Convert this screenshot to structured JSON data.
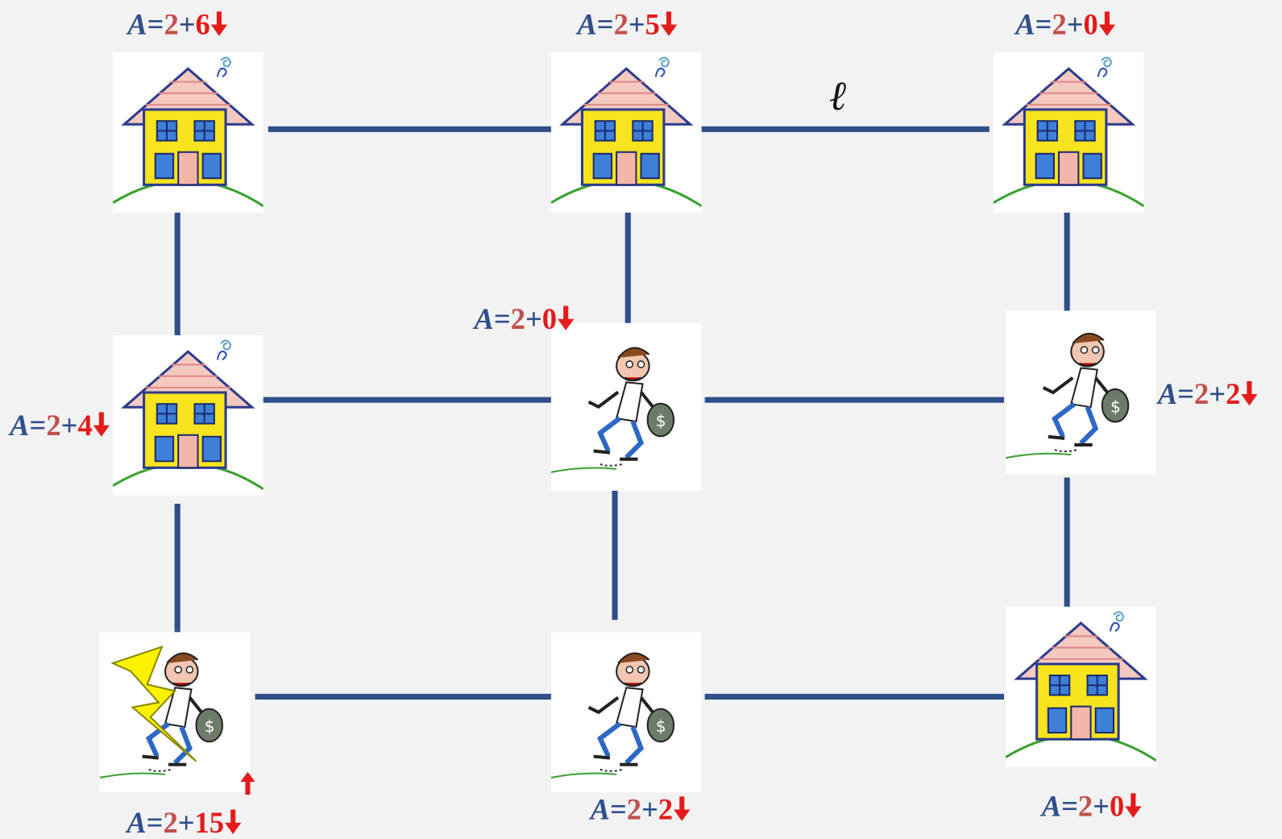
{
  "diagram": {
    "edge_symbol": "ℓ",
    "colors": {
      "edge": "#2f4f8a",
      "label_letter": "#2f4f8a",
      "label_base": "#c0504d",
      "label_extra": "#e31b1b",
      "arrow": "#e31b1b"
    },
    "nodes": [
      {
        "id": "r0c0",
        "type": "house",
        "label": {
          "var": "A",
          "eq": "=",
          "base": "2",
          "plus": "+",
          "extra": "6",
          "arrow": "down"
        }
      },
      {
        "id": "r0c1",
        "type": "house",
        "label": {
          "var": "A",
          "eq": "=",
          "base": "2",
          "plus": "+",
          "extra": "5",
          "arrow": "down"
        }
      },
      {
        "id": "r0c2",
        "type": "house",
        "label": {
          "var": "A",
          "eq": "=",
          "base": "2",
          "plus": "+",
          "extra": "0",
          "arrow": "down"
        }
      },
      {
        "id": "r1c0",
        "type": "house",
        "label": {
          "var": "A",
          "eq": "=",
          "base": "2",
          "plus": "+",
          "extra": "4",
          "arrow": "down"
        }
      },
      {
        "id": "r1c1",
        "type": "robber",
        "label": {
          "var": "A",
          "eq": "=",
          "base": "2",
          "plus": "+",
          "extra": "0",
          "arrow": "down"
        }
      },
      {
        "id": "r1c2",
        "type": "robber",
        "label": {
          "var": "A",
          "eq": "=",
          "base": "2",
          "plus": "+",
          "extra": "2",
          "arrow": "down"
        }
      },
      {
        "id": "r2c0",
        "type": "robber-struck",
        "label": {
          "var": "A",
          "eq": "=",
          "base": "2",
          "plus": "+",
          "extra": "15",
          "arrow": "down"
        },
        "marker": "up-arrow"
      },
      {
        "id": "r2c1",
        "type": "robber",
        "label": {
          "var": "A",
          "eq": "=",
          "base": "2",
          "plus": "+",
          "extra": "2",
          "arrow": "down"
        }
      },
      {
        "id": "r2c2",
        "type": "house",
        "label": {
          "var": "A",
          "eq": "=",
          "base": "2",
          "plus": "+",
          "extra": "0",
          "arrow": "down"
        }
      }
    ],
    "edges": [
      [
        "r0c0",
        "r0c1"
      ],
      [
        "r0c1",
        "r0c2"
      ],
      [
        "r1c0",
        "r1c1"
      ],
      [
        "r1c1",
        "r1c2"
      ],
      [
        "r2c0",
        "r2c1"
      ],
      [
        "r2c1",
        "r2c2"
      ],
      [
        "r0c0",
        "r1c0"
      ],
      [
        "r1c0",
        "r2c0"
      ],
      [
        "r0c1",
        "r1c1"
      ],
      [
        "r1c1",
        "r2c1"
      ],
      [
        "r0c2",
        "r1c2"
      ],
      [
        "r1c2",
        "r2c2"
      ]
    ]
  }
}
